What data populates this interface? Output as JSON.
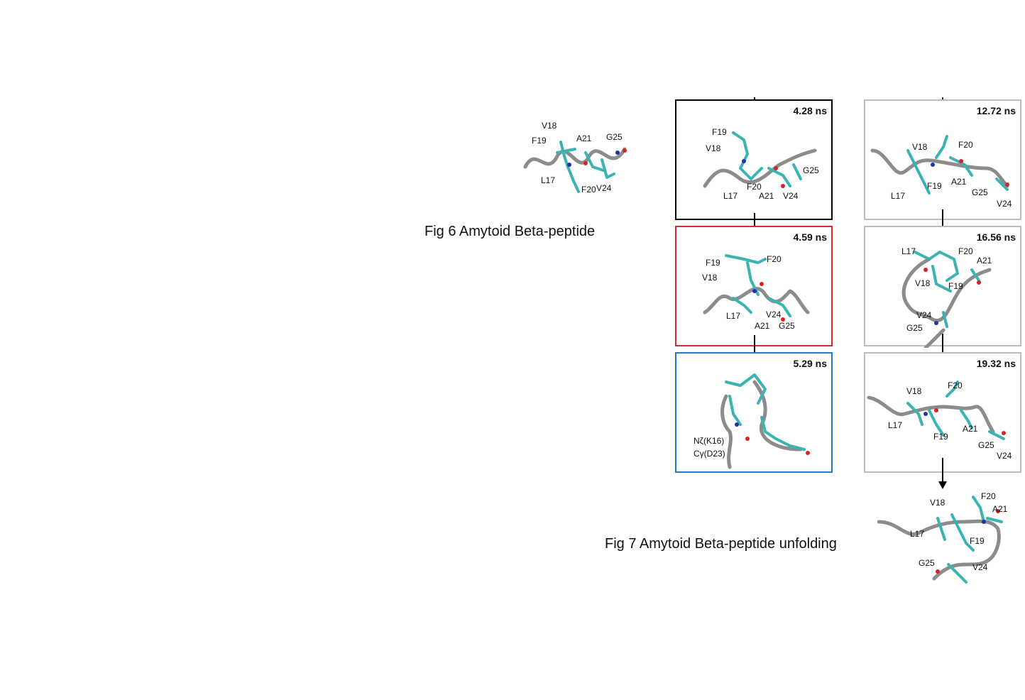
{
  "captions": {
    "fig6": "Fig 6 Amytoid Beta-peptide",
    "fig7": "Fig 7 Amytoid Beta-peptide unfolding"
  },
  "colors": {
    "frame_black": "#000000",
    "frame_red": "#d62c2c",
    "frame_blue": "#2a78c0",
    "frame_gray": "#bdbdbd"
  },
  "helix_labels": [
    "V18",
    "F19",
    "A21",
    "G25",
    "L17",
    "F20",
    "V24"
  ],
  "frames": [
    {
      "time": "4.28 ns",
      "labels": [
        "F19",
        "V18",
        "L17",
        "F20",
        "A21",
        "V24",
        "G25"
      ]
    },
    {
      "time": "4.59 ns",
      "labels": [
        "F19",
        "F20",
        "V18",
        "L17",
        "V24",
        "A21",
        "G25"
      ]
    },
    {
      "time": "5.29 ns",
      "labels": [
        "Nζ(K16)",
        "Cγ(D23)"
      ]
    },
    {
      "time": "12.72 ns",
      "labels": [
        "V18",
        "F20",
        "L17",
        "F19",
        "A21",
        "G25",
        "V24"
      ]
    },
    {
      "time": "16.56 ns",
      "labels": [
        "L17",
        "F20",
        "A21",
        "V18",
        "F19",
        "V24",
        "G25"
      ]
    },
    {
      "time": "19.32 ns",
      "labels": [
        "V18",
        "F20",
        "L17",
        "A21",
        "F19",
        "G25",
        "V24"
      ]
    }
  ],
  "final_labels": [
    "V18",
    "F20",
    "A21",
    "L17",
    "F19",
    "G25",
    "V24"
  ]
}
